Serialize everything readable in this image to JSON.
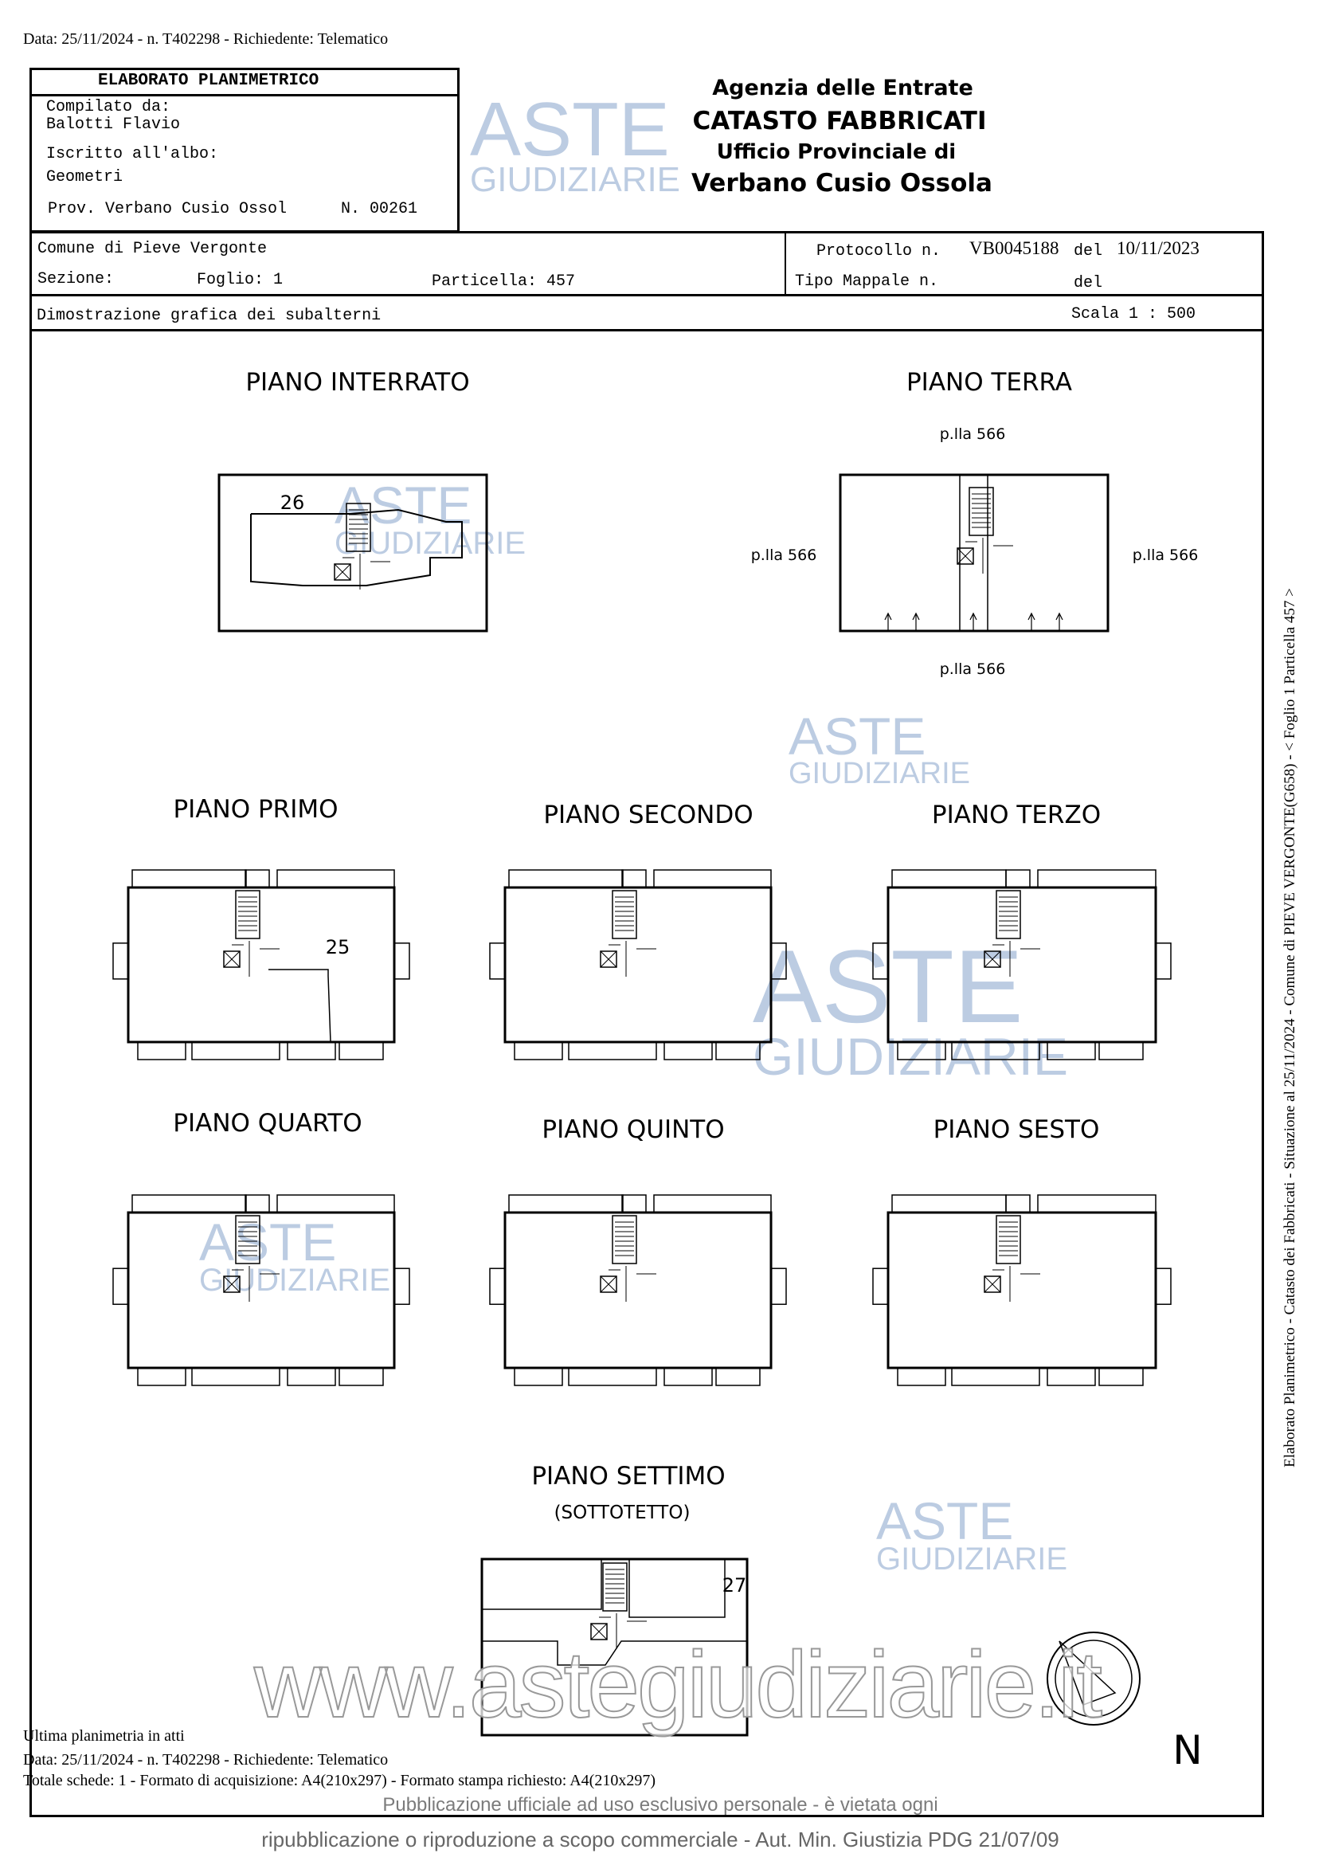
{
  "header": {
    "top_line": "Data: 25/11/2024 - n. T402298 - Richiedente: Telematico"
  },
  "left_box": {
    "title": "ELABORATO PLANIMETRICO",
    "compiled_label": "Compilato da:",
    "compiler": "Balotti Flavio",
    "albo_label": "Iscritto all'albo:",
    "albo": "Geometri",
    "prov": "Prov. Verbano Cusio Ossol",
    "number": "N. 00261"
  },
  "agency": {
    "line1": "Agenzia delle Entrate",
    "line2": "CATASTO FABBRICATI",
    "line3": "Ufficio Provinciale di",
    "line4": "Verbano Cusio Ossola"
  },
  "info": {
    "comune": "Comune di Pieve Vergonte",
    "sezione": "Sezione:",
    "foglio": "Foglio: 1",
    "particella": "Particella: 457",
    "protocollo_label": "Protocollo n.",
    "protocollo": "VB0045188",
    "del_label": "del",
    "protocollo_date": "10/11/2023",
    "tipo_mappale": "Tipo Mappale n.",
    "del2": "del",
    "dimostrazione": "Dimostrazione grafica dei subalterni",
    "scala": "Scala 1 : 500"
  },
  "floors": {
    "interrato": "PIANO INTERRATO",
    "terra": "PIANO TERRA",
    "primo": "PIANO PRIMO",
    "secondo": "PIANO SECONDO",
    "terzo": "PIANO TERZO",
    "quarto": "PIANO QUARTO",
    "quinto": "PIANO QUINTO",
    "sesto": "PIANO SESTO",
    "settimo": "PIANO SETTIMO",
    "settimo_sub": "(SOTTOTETTO)"
  },
  "plan_labels": {
    "plla_top": "p.lla 566",
    "plla_left": "p.lla 566",
    "plla_right": "p.lla 566",
    "plla_bottom": "p.lla 566",
    "sub26": "26",
    "sub25": "25",
    "sub27": "27",
    "north": "N"
  },
  "side_text": "Elaborato Planimetrico - Catasto dei Fabbricati - Situazione al 25/11/2024 - Comune di PIEVE VERGONTE(G658) - < Foglio 1 Particella 457 >",
  "footer": {
    "ultima": "Ultima planimetria in atti",
    "data": "Data: 25/11/2024 - n. T402298 - Richiedente: Telematico",
    "totale": "Totale schede: 1 - Formato di acquisizione: A4(210x297) - Formato stampa richiesto: A4(210x297)",
    "pubblicazione": "Pubblicazione ufficiale ad uso esclusivo personale - è vietata ogni",
    "ripubblicazione": "ripubblicazione o riproduzione a scopo commerciale - Aut. Min. Giustizia PDG 21/07/09"
  },
  "watermark": {
    "aste": "ASTE",
    "giudiziarie": "GIUDIZIARIE",
    "url": "www.astegiudiziarie.it"
  }
}
